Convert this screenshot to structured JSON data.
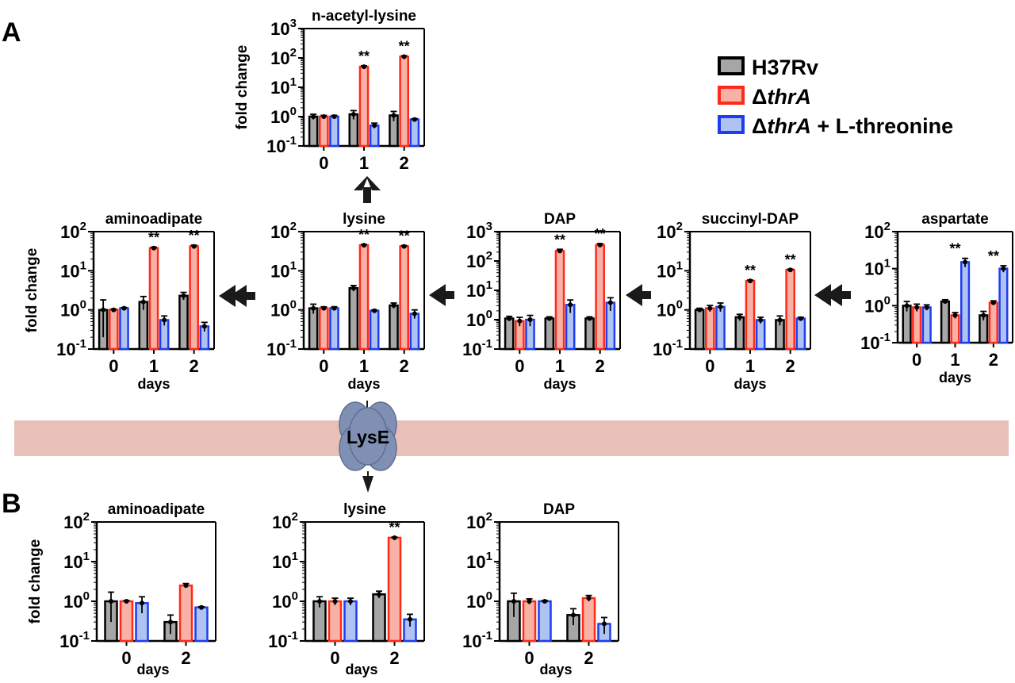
{
  "figure": {
    "panel_a_label": "A",
    "panel_b_label": "B",
    "transporter_label": "LysE",
    "legend": [
      {
        "name": "H37Rv",
        "fill": "#a6a6a6",
        "stroke": "#000000"
      },
      {
        "name": "ΔthrA",
        "fill": "#f7b2a5",
        "stroke": "#ff2a1a"
      },
      {
        "name": "ΔthrA + L-threonine",
        "fill": "#aec3f2",
        "stroke": "#1f3df0"
      }
    ],
    "colors": {
      "membrane": "#e8c0b8",
      "transporter": "#7f90b4",
      "arrow": "#1a1a1a"
    }
  },
  "chart_data": [
    {
      "id": "n-acetyl-lysine",
      "type": "bar",
      "title": "n-acetyl-lysine",
      "ylabel": "fold change",
      "xlabel": "",
      "yscale": "log",
      "ylim": [
        0.1,
        1000
      ],
      "yticks": [
        "10^-1",
        "10^0",
        "10^1",
        "10^2",
        "10^3"
      ],
      "categories": [
        "0",
        "1",
        "2"
      ],
      "series": [
        {
          "name": "H37Rv",
          "values": [
            1.0,
            1.2,
            1.1
          ],
          "err": [
            0.2,
            0.4,
            0.4
          ]
        },
        {
          "name": "ΔthrA",
          "values": [
            1.0,
            50,
            110
          ],
          "err": [
            0.1,
            4,
            8
          ]
        },
        {
          "name": "ΔthrA + L-threonine",
          "values": [
            1.0,
            0.5,
            0.8
          ],
          "err": [
            0.1,
            0.1,
            0.05
          ]
        }
      ],
      "sig": [
        null,
        "**",
        "**"
      ]
    },
    {
      "id": "aminoadipate",
      "type": "bar",
      "title": "aminoadipate",
      "ylabel": "fold change",
      "xlabel": "days",
      "yscale": "log",
      "ylim": [
        0.1,
        100
      ],
      "yticks": [
        "10^-1",
        "10^0",
        "10^1",
        "10^2"
      ],
      "categories": [
        "0",
        "1",
        "2"
      ],
      "series": [
        {
          "name": "H37Rv",
          "values": [
            1.0,
            1.6,
            2.3
          ],
          "err": [
            0.8,
            0.6,
            0.5
          ]
        },
        {
          "name": "ΔthrA",
          "values": [
            1.0,
            38,
            42
          ],
          "err": [
            0.05,
            2,
            3
          ]
        },
        {
          "name": "ΔthrA + L-threonine",
          "values": [
            1.1,
            0.55,
            0.38
          ],
          "err": [
            0.05,
            0.15,
            0.1
          ]
        }
      ],
      "sig": [
        null,
        "**",
        "**"
      ]
    },
    {
      "id": "lysine",
      "type": "bar",
      "title": "lysine",
      "ylabel": "",
      "xlabel": "days",
      "yscale": "log",
      "ylim": [
        0.1,
        100
      ],
      "yticks": [
        "10^-1",
        "10^0",
        "10^1",
        "10^2"
      ],
      "categories": [
        "0",
        "1",
        "2"
      ],
      "series": [
        {
          "name": "H37Rv",
          "values": [
            1.1,
            3.6,
            1.3
          ],
          "err": [
            0.3,
            0.6,
            0.2
          ]
        },
        {
          "name": "ΔthrA",
          "values": [
            1.1,
            45,
            42
          ],
          "err": [
            0.1,
            2,
            2
          ]
        },
        {
          "name": "ΔthrA + L-threonine",
          "values": [
            1.1,
            0.95,
            0.8
          ],
          "err": [
            0.1,
            0.05,
            0.2
          ]
        }
      ],
      "sig": [
        null,
        "**",
        "**"
      ]
    },
    {
      "id": "DAP",
      "type": "bar",
      "title": "DAP",
      "ylabel": "",
      "xlabel": "days",
      "yscale": "log",
      "ylim": [
        0.1,
        1000
      ],
      "yticks": [
        "10^-1",
        "10^0",
        "10^1",
        "10^2",
        "10^3"
      ],
      "categories": [
        "0",
        "1",
        "2"
      ],
      "series": [
        {
          "name": "H37Rv",
          "values": [
            1.1,
            1.1,
            1.1
          ],
          "err": [
            0.2,
            0.15,
            0.15
          ]
        },
        {
          "name": "ΔthrA",
          "values": [
            0.9,
            220,
            350
          ],
          "err": [
            0.3,
            30,
            40
          ]
        },
        {
          "name": "ΔthrA + L-threonine",
          "values": [
            1.0,
            3.2,
            3.8
          ],
          "err": [
            0.4,
            1.5,
            1.8
          ]
        }
      ],
      "sig": [
        null,
        "**",
        "**"
      ]
    },
    {
      "id": "succinyl-DAP",
      "type": "bar",
      "title": "succinyl-DAP",
      "ylabel": "",
      "xlabel": "days",
      "yscale": "log",
      "ylim": [
        0.1,
        100
      ],
      "yticks": [
        "10^-1",
        "10^0",
        "10^1",
        "10^2"
      ],
      "categories": [
        "0",
        "1",
        "2"
      ],
      "series": [
        {
          "name": "H37Rv",
          "values": [
            1.0,
            0.65,
            0.55
          ],
          "err": [
            0.1,
            0.12,
            0.15
          ]
        },
        {
          "name": "ΔthrA",
          "values": [
            1.1,
            5.5,
            10.5
          ],
          "err": [
            0.2,
            0.3,
            0.5
          ]
        },
        {
          "name": "ΔthrA + L-threonine",
          "values": [
            1.2,
            0.55,
            0.6
          ],
          "err": [
            0.3,
            0.1,
            0.05
          ]
        }
      ],
      "sig": [
        null,
        "**",
        "**"
      ]
    },
    {
      "id": "aspartate",
      "type": "bar",
      "title": "aspartate",
      "ylabel": "",
      "xlabel": "days",
      "yscale": "log",
      "ylim": [
        0.1,
        100
      ],
      "yticks": [
        "10^-1",
        "10^0",
        "10^1",
        "10^2"
      ],
      "categories": [
        "0",
        "1",
        "2"
      ],
      "series": [
        {
          "name": "H37Rv",
          "values": [
            1.0,
            1.3,
            0.55
          ],
          "err": [
            0.3,
            0.15,
            0.15
          ]
        },
        {
          "name": "ΔthrA",
          "values": [
            0.9,
            0.55,
            1.2
          ],
          "err": [
            0.2,
            0.1,
            0.15
          ]
        },
        {
          "name": "ΔthrA + L-threonine",
          "values": [
            0.9,
            15,
            10
          ],
          "err": [
            0.15,
            4,
            2
          ]
        }
      ],
      "sig": [
        null,
        "**",
        "**"
      ]
    },
    {
      "id": "b-aminoadipate",
      "type": "bar",
      "title": "aminoadipate",
      "ylabel": "fold change",
      "xlabel": "days",
      "yscale": "log",
      "ylim": [
        0.1,
        100
      ],
      "yticks": [
        "10^-1",
        "10^0",
        "10^1",
        "10^2"
      ],
      "categories": [
        "0",
        "2"
      ],
      "series": [
        {
          "name": "H37Rv",
          "values": [
            1.0,
            0.3
          ],
          "err": [
            0.7,
            0.15
          ]
        },
        {
          "name": "ΔthrA",
          "values": [
            1.0,
            2.5
          ],
          "err": [
            0.05,
            0.3
          ]
        },
        {
          "name": "ΔthrA + L-threonine",
          "values": [
            0.9,
            0.7
          ],
          "err": [
            0.4,
            0.03
          ]
        }
      ],
      "sig": [
        null,
        null
      ]
    },
    {
      "id": "b-lysine",
      "type": "bar",
      "title": "lysine",
      "ylabel": "",
      "xlabel": "days",
      "yscale": "log",
      "ylim": [
        0.1,
        100
      ],
      "yticks": [
        "10^-1",
        "10^0",
        "10^1",
        "10^2"
      ],
      "categories": [
        "0",
        "2"
      ],
      "series": [
        {
          "name": "H37Rv",
          "values": [
            1.0,
            1.5
          ],
          "err": [
            0.3,
            0.3
          ]
        },
        {
          "name": "ΔthrA",
          "values": [
            1.0,
            40
          ],
          "err": [
            0.2,
            1.5
          ]
        },
        {
          "name": "ΔthrA + L-threonine",
          "values": [
            1.0,
            0.35
          ],
          "err": [
            0.2,
            0.12
          ]
        }
      ],
      "sig": [
        null,
        "**"
      ]
    },
    {
      "id": "b-DAP",
      "type": "bar",
      "title": "DAP",
      "ylabel": "",
      "xlabel": "days",
      "yscale": "log",
      "ylim": [
        0.1,
        100
      ],
      "yticks": [
        "10^-1",
        "10^0",
        "10^1",
        "10^2"
      ],
      "categories": [
        "0",
        "2"
      ],
      "series": [
        {
          "name": "H37Rv",
          "values": [
            1.0,
            0.45
          ],
          "err": [
            0.6,
            0.2
          ]
        },
        {
          "name": "ΔthrA",
          "values": [
            1.0,
            1.2
          ],
          "err": [
            0.15,
            0.2
          ]
        },
        {
          "name": "ΔthrA + L-threonine",
          "values": [
            1.0,
            0.27
          ],
          "err": [
            0.05,
            0.12
          ]
        }
      ],
      "sig": [
        null,
        null
      ]
    }
  ]
}
